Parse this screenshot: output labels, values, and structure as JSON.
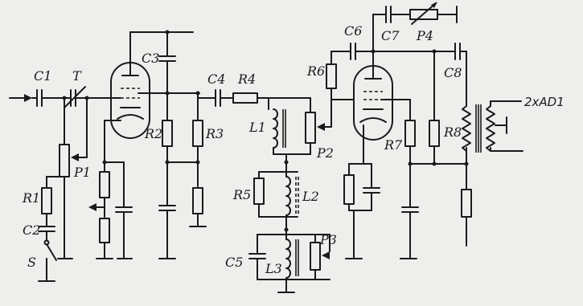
{
  "labels": {
    "C1": "C1",
    "T": "T",
    "P1": "P1",
    "R1": "R1",
    "C2": "C2",
    "S": "S",
    "C3": "C3",
    "R2": "R2",
    "R3": "R3",
    "C4": "C4",
    "R4": "R4",
    "L1": "L1",
    "P2": "P2",
    "R5": "R5",
    "L2": "L2",
    "C5": "C5",
    "L3": "L3",
    "P3": "P3",
    "R6": "R6",
    "C6": "C6",
    "C7": "C7",
    "P4": "P4",
    "C8": "C8",
    "R7": "R7",
    "R8": "R8",
    "out": "2xAD1"
  }
}
